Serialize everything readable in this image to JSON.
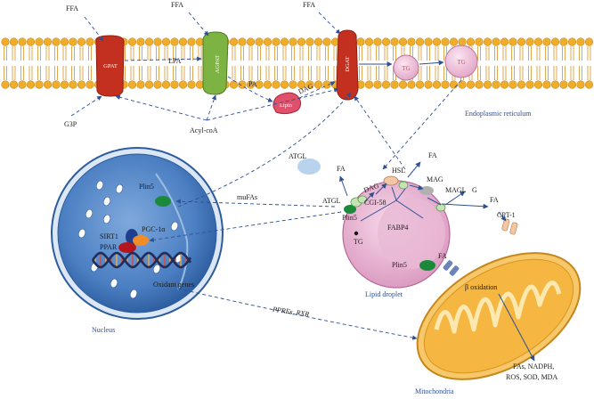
{
  "er": {
    "ffa_top": [
      "FFA",
      "FFA",
      "FFA"
    ],
    "g3p": "G3P",
    "acyl_coa": "Acyl-coA",
    "lpa": "LPA",
    "pa": "PA",
    "dag": "DAG",
    "enzymes": {
      "gpat": "GPAT",
      "agpat": "AGPAT",
      "lipin": "Lipin",
      "dgat": "DGAT"
    },
    "tg_1": "TG",
    "tg_2": "TG",
    "label": "Endoplasmic reticulum"
  },
  "nucleus": {
    "plin5": "Plin5",
    "sirt1": "SIRT1",
    "pgc1a": "PGC-1α",
    "ppar": "PPAR",
    "oxidant_genes": "Oxidant genes",
    "label": "Nucleus"
  },
  "lipid_droplet": {
    "atgl_free": "ATGL",
    "atgl": "ATGL",
    "fa_1": "FA",
    "fa_2": "FA",
    "fa_3": "FA",
    "dag": "DAG",
    "hsl": "HSL",
    "mag": "MAG",
    "magl": "MAGL",
    "g": "G",
    "cgi58": "CGI-58",
    "plin5_top": "Plin5",
    "tg": "TG",
    "fabp4": "FABP4",
    "plin5_bottom": "Plin5",
    "label": "Lipid droplet"
  },
  "signals": {
    "mufas": "muFAs",
    "ppres": "PPREs, RXR"
  },
  "mitochondria": {
    "cpt1": "CPT-1",
    "fa_in": "FA",
    "beta_oxidation": "β oxidation",
    "outputs_line1": "FAs, NADPH,",
    "outputs_line2": "ROS, SOD, MDA",
    "label": "Mitochondria"
  },
  "colors": {
    "membrane_head": "#f0ad2c",
    "enzyme_red": "#c4301f",
    "enzyme_green": "#7cb342",
    "nucleus_blue": "#3d73b8",
    "droplet_pink": "#e2a6c9",
    "mito_orange": "#f5b642",
    "arrow_blue": "#2e4f93",
    "plin5_green": "#1a8a3a"
  }
}
